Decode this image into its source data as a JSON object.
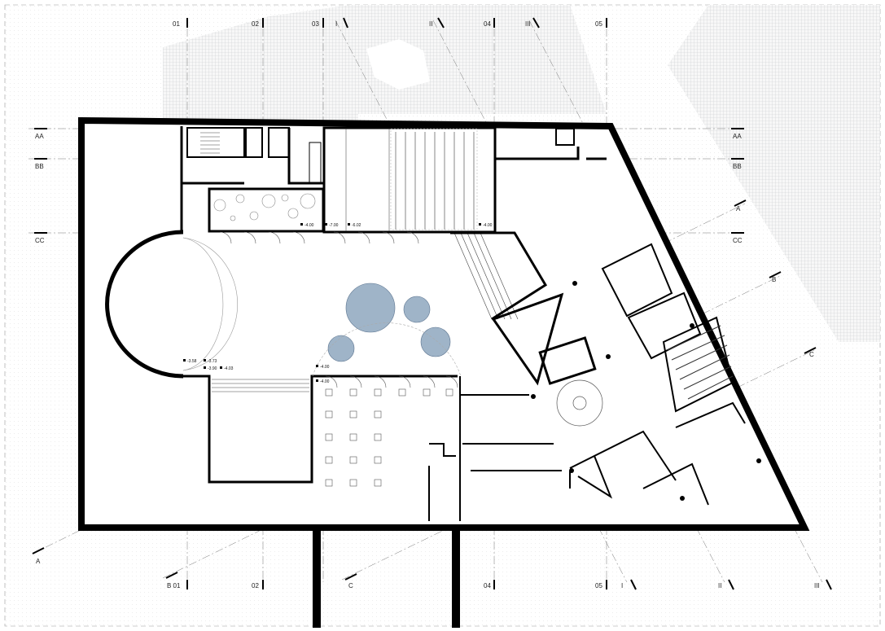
{
  "grid_labels": {
    "top_01": "01",
    "top_02": "02",
    "top_03": "03",
    "top_I": "I",
    "top_II": "II",
    "top_04": "04",
    "top_III": "III",
    "top_05": "05",
    "bottom_B01": "B 01",
    "bottom_02": "02",
    "bottom_C": "C",
    "bottom_04": "04",
    "bottom_05": "05",
    "bottom_I": "I",
    "bottom_II": "II",
    "bottom_III": "III",
    "left_AA": "AA",
    "left_BB": "BB",
    "left_CC": "CC",
    "right_AA": "AA",
    "right_BB": "BB",
    "right_CC": "CC",
    "right_A": "A",
    "right_B": "B",
    "right_C": "C",
    "left_A": "A"
  },
  "levels": {
    "lv1": "-4.00",
    "lv2": "-7.00",
    "lv3": "-6.02",
    "lv4": "-4.00",
    "lv5": "-3.58",
    "lv6": "-3.73",
    "lv7": "-3.90",
    "lv8": "-4.03",
    "lv9": "-4.00",
    "lv10": "-4.00"
  },
  "colors": {
    "wall": "#000000",
    "hatch": "#cfd3d6",
    "tree": "#7f9bb5",
    "line": "#666666"
  }
}
